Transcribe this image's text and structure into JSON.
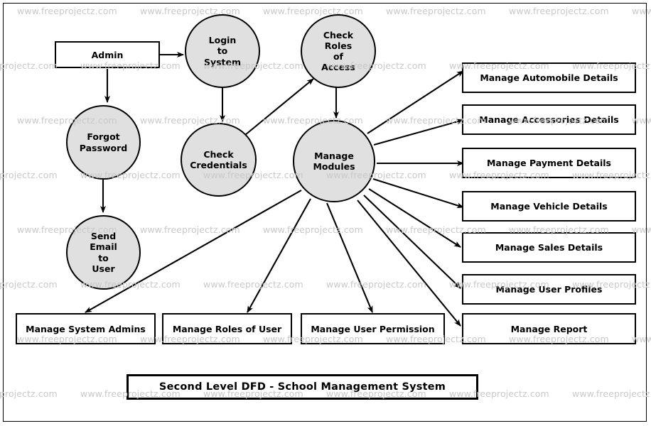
{
  "diagram": {
    "title": "Second Level DFD - School Management System",
    "watermark_text": "www.freeprojectz.com",
    "colors": {
      "process_fill": "#e0e0e0",
      "entity_fill": "#ffffff",
      "stroke": "#000000",
      "watermark": "#c9c9c9",
      "background": "#ffffff"
    }
  },
  "external_entities": [
    {
      "id": "admin",
      "label": "Admin"
    }
  ],
  "processes": [
    {
      "id": "login-to-system",
      "label": "Login\nto\nSystem",
      "lines": [
        "Login",
        "to",
        "System"
      ]
    },
    {
      "id": "check-roles-of-access",
      "label": "Check Roles of Access",
      "lines": [
        "Check",
        "Roles",
        "of",
        "Access"
      ]
    },
    {
      "id": "forgot-password",
      "label": "Forgot Password",
      "lines": [
        "Forgot",
        "Password"
      ]
    },
    {
      "id": "check-credentials",
      "label": "Check Credentials",
      "lines": [
        "Check",
        "Credentials"
      ]
    },
    {
      "id": "send-email-to-user",
      "label": "Send Email to User",
      "lines": [
        "Send",
        "Email",
        "to",
        "User"
      ]
    },
    {
      "id": "manage-modules",
      "label": "Manage Modules",
      "lines": [
        "Manage",
        "Modules"
      ]
    }
  ],
  "right_modules": [
    {
      "id": "manage-automobile-details",
      "label": "Manage Automobile Details"
    },
    {
      "id": "manage-accessories-details",
      "label": "Manage Accessories Details"
    },
    {
      "id": "manage-payment-details",
      "label": "Manage Payment Details"
    },
    {
      "id": "manage-vehicle-details",
      "label": "Manage Vehicle Details"
    },
    {
      "id": "manage-sales-details",
      "label": "Manage Sales Details"
    },
    {
      "id": "manage-user-profiles",
      "label": "Manage User Profiles"
    },
    {
      "id": "manage-report",
      "label": "Manage Report"
    }
  ],
  "bottom_modules": [
    {
      "id": "manage-system-admins",
      "label": "Manage System Admins"
    },
    {
      "id": "manage-roles-of-user",
      "label": "Manage Roles of User"
    },
    {
      "id": "manage-user-permission",
      "label": "Manage User Permission"
    }
  ],
  "flows": [
    {
      "from": "admin",
      "to": "login-to-system"
    },
    {
      "from": "admin",
      "to": "forgot-password"
    },
    {
      "from": "forgot-password",
      "to": "send-email-to-user"
    },
    {
      "from": "login-to-system",
      "to": "check-credentials"
    },
    {
      "from": "check-credentials",
      "to": "check-roles-of-access"
    },
    {
      "from": "check-roles-of-access",
      "to": "manage-modules"
    },
    {
      "from": "manage-modules",
      "to": "manage-automobile-details"
    },
    {
      "from": "manage-modules",
      "to": "manage-accessories-details"
    },
    {
      "from": "manage-modules",
      "to": "manage-payment-details"
    },
    {
      "from": "manage-modules",
      "to": "manage-vehicle-details"
    },
    {
      "from": "manage-modules",
      "to": "manage-sales-details"
    },
    {
      "from": "manage-modules",
      "to": "manage-user-profiles"
    },
    {
      "from": "manage-modules",
      "to": "manage-report"
    },
    {
      "from": "manage-modules",
      "to": "manage-system-admins"
    },
    {
      "from": "manage-modules",
      "to": "manage-roles-of-user"
    },
    {
      "from": "manage-modules",
      "to": "manage-user-permission"
    }
  ]
}
